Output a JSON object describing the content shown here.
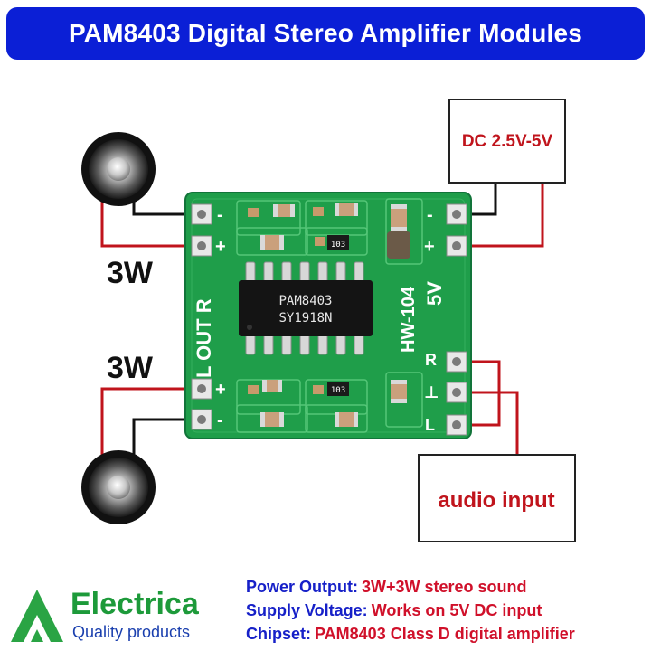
{
  "title": "PAM8403 Digital Stereo Amplifier Modules",
  "left_power_labels": [
    "3W",
    "3W"
  ],
  "dc_label": "DC 2.5V-5V",
  "audio_label": "audio input",
  "board": {
    "chip_line1": "PAM8403",
    "chip_line2": "SY1918N",
    "model": "HW-104",
    "voltage_mark": "5V",
    "out_label": "L OUT R",
    "resistor_code_top": "103",
    "resistor_code_bottom": "103",
    "minus": "-",
    "plus": "+",
    "input_r": "R",
    "input_gnd": "⊥",
    "input_l": "L"
  },
  "specs": [
    {
      "key": "Power Output:",
      "value": "3W+3W stereo sound"
    },
    {
      "key": "Supply Voltage:",
      "value": "Works on 5V DC input"
    },
    {
      "key": "Chipset:",
      "value": "PAM8403 Class D digital amplifier"
    }
  ],
  "brand": {
    "name": "Electrica",
    "tagline": "Quality products",
    "logo_icon": "triangle-a-logo"
  },
  "colors": {
    "banner": "#0b1fd6",
    "wire_red": "#c0141c",
    "wire_black": "#111111",
    "pcb": "#1f9e4a",
    "spec_key": "#1620c8",
    "spec_value": "#d0102a",
    "brand_green": "#1d9a3a"
  }
}
